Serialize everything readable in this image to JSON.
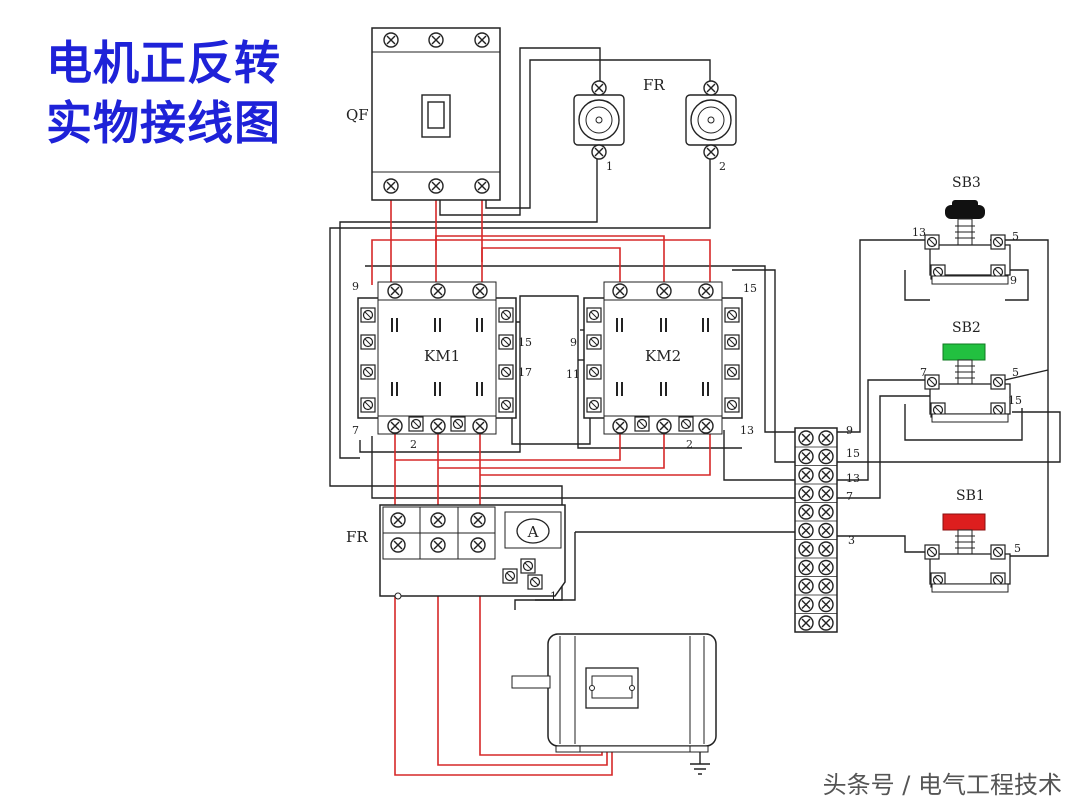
{
  "title": {
    "line1": "电机正反转",
    "line2": "实物接线图"
  },
  "components": {
    "breaker": "QF",
    "relay_top": "FR",
    "relay_bottom": "FR",
    "contactor_1": "KM1",
    "contactor_2": "KM2",
    "button_stop": "SB3",
    "button_2": "SB2",
    "button_1": "SB1",
    "ammeter": "A"
  },
  "terminal_labels": {
    "fuse_1": "1",
    "fuse_2": "2",
    "km1_top_left": "9",
    "km1_bottom_left": "7",
    "km1_bottom_mid": "2",
    "km1_right_upper": "15",
    "km1_right_lower": "17",
    "km2_left_upper": "9",
    "km2_left_lower": "11",
    "km2_top_right": "15",
    "km2_bottom_mid": "2",
    "km2_bottom_right": "13",
    "tb_1": "9",
    "tb_2": "15",
    "tb_3": "13",
    "tb_4": "7",
    "tb_5": "3",
    "sb3_left": "13",
    "sb3_right": "5",
    "sb3_bottom": "9",
    "sb2_left": "7",
    "sb2_right": "5",
    "sb2_bottom": "15",
    "sb1_right": "5",
    "fr_bottom": "1"
  },
  "watermark": "头条号 / 电气工程技术",
  "colors": {
    "title": "#1e22d8",
    "wire_red": "#d62828",
    "wire_black": "#222222",
    "button_black": "#111111",
    "button_green": "#22c040",
    "button_red": "#dd1e1e"
  }
}
